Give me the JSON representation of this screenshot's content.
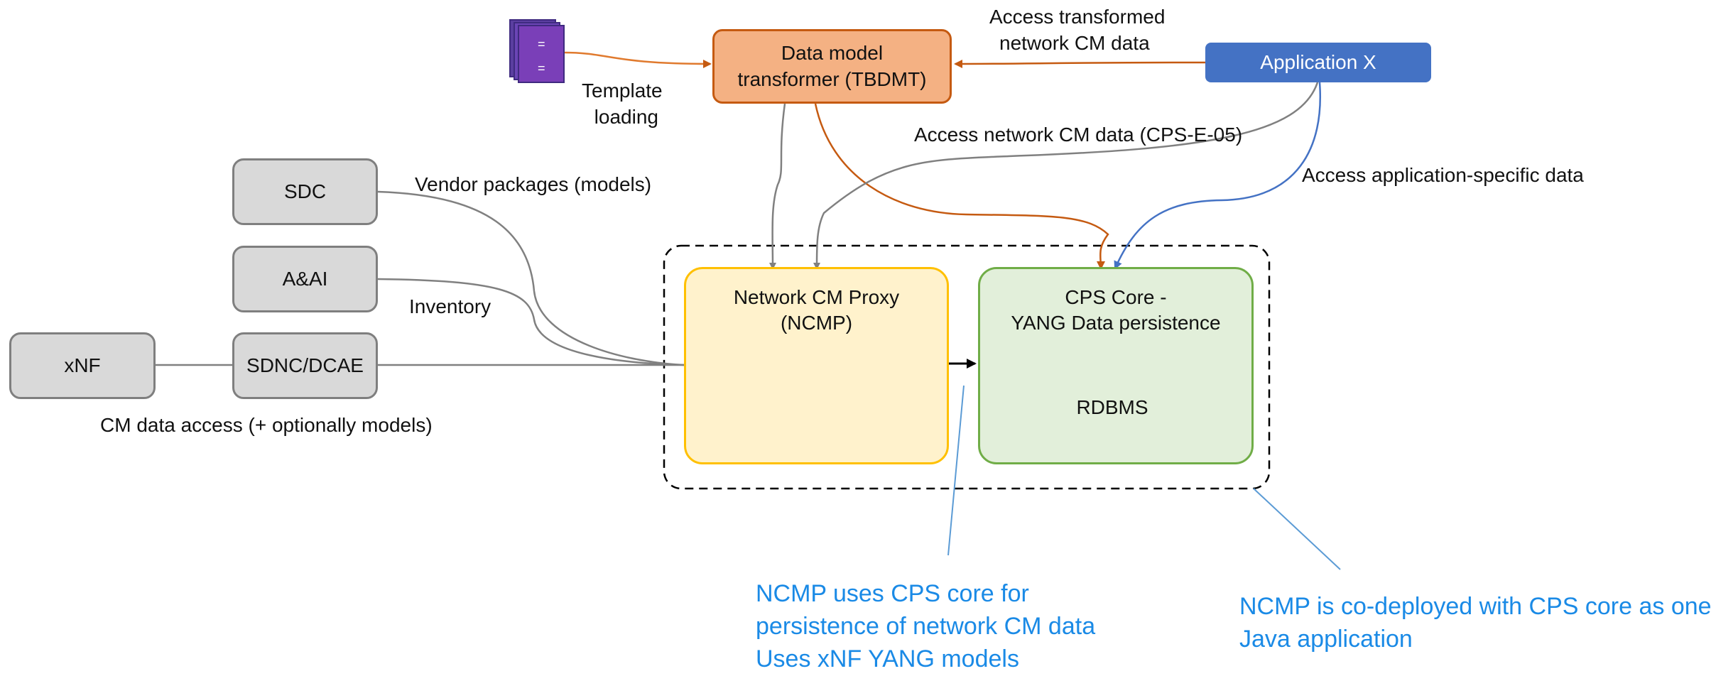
{
  "nodes": {
    "sdc": "SDC",
    "aai": "A&AI",
    "xnf": "xNF",
    "sdnc": "SDNC/DCAE",
    "tbdmt": [
      "Data model",
      "transformer (TBDMT)"
    ],
    "appx": "Application X",
    "ncmp": [
      "Network CM Proxy",
      "(NCMP)"
    ],
    "cpscore": [
      "CPS Core -",
      "YANG Data persistence"
    ],
    "rdbms": "RDBMS"
  },
  "labels": {
    "access_transformed": [
      "Access transformed",
      "network CM data"
    ],
    "template_loading": [
      "Template",
      "loading"
    ],
    "access_network": "Access network CM data (CPS-E-05)",
    "access_app": "Access application-specific data",
    "vendor_packages": "Vendor packages (models)",
    "inventory": "Inventory",
    "cm_access": "CM data access (+ optionally models)"
  },
  "notes": {
    "ncmp_uses": [
      "NCMP uses CPS core for",
      "persistence of network CM data",
      "Uses xNF YANG models"
    ],
    "codeployed": [
      "NCMP is co-deployed with CPS core as one",
      "Java application"
    ]
  },
  "colors": {
    "orange": "#c55a11",
    "blue": "#4472c4",
    "grey_line": "#808080",
    "note_text": "#1a8ae6"
  },
  "icons": {
    "template_icon": "template-stack-icon"
  }
}
